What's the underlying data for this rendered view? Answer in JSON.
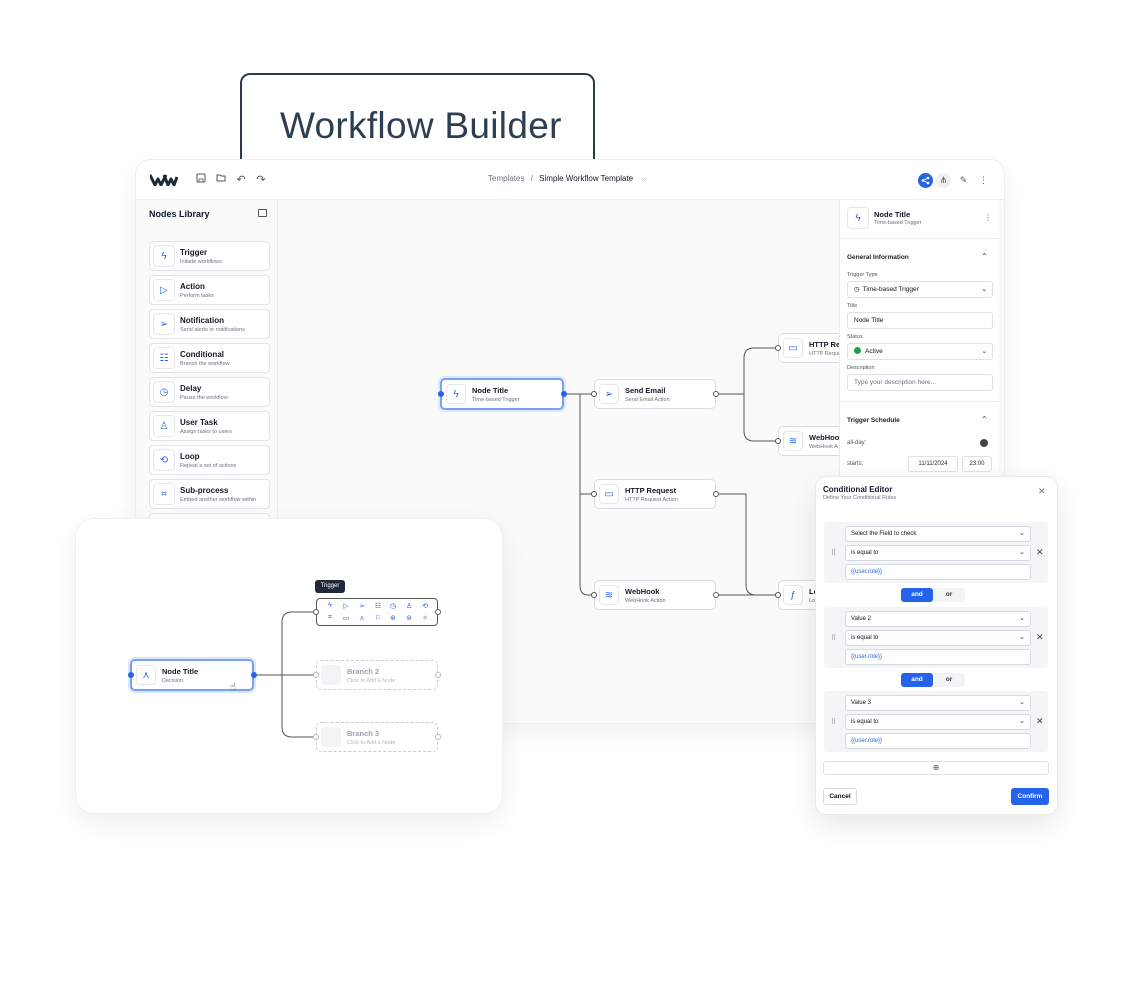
{
  "hero_title": "Workflow Builder",
  "toolbar": {
    "breadcrumb_root": "Templates",
    "breadcrumb_sep": "/",
    "breadcrumb_current": "Simple Workflow Template"
  },
  "library": {
    "title": "Nodes Library",
    "items": [
      {
        "label": "Trigger",
        "desc": "Initiate workflows",
        "icon": "bolt-icon",
        "glyph": "ϟ"
      },
      {
        "label": "Action",
        "desc": "Perform tasks",
        "icon": "play-circle-icon",
        "glyph": "▷"
      },
      {
        "label": "Notification",
        "desc": "Send alerts or notifications",
        "icon": "send-icon",
        "glyph": "➢"
      },
      {
        "label": "Conditional",
        "desc": "Branch the workflow",
        "icon": "list-check-icon",
        "glyph": "☷"
      },
      {
        "label": "Delay",
        "desc": "Pause the workflow",
        "icon": "timer-icon",
        "glyph": "◷"
      },
      {
        "label": "User Task",
        "desc": "Assign tasks to users",
        "icon": "user-list-icon",
        "glyph": "♙"
      },
      {
        "label": "Loop",
        "desc": "Repeat a set of actions",
        "icon": "loop-icon",
        "glyph": "⟲"
      },
      {
        "label": "Sub-process",
        "desc": "Embed another workflow within",
        "icon": "frame-icon",
        "glyph": "⌗"
      }
    ]
  },
  "canvas": {
    "nodes": {
      "trigger": {
        "title": "Node Title",
        "sub": "Time-based Trigger",
        "glyph": "ϟ"
      },
      "email": {
        "title": "Send Email",
        "sub": "Send Email Action",
        "glyph": "➢"
      },
      "http_mid": {
        "title": "HTTP Request",
        "sub": "HTTP Request Action",
        "glyph": "▭"
      },
      "webhook_mid": {
        "title": "WebHook",
        "sub": "WebHook Action",
        "glyph": "≋"
      },
      "http_right": {
        "title": "HTTP Req",
        "sub": "HTTP Reque",
        "glyph": "▭"
      },
      "webhook_right": {
        "title": "WebHoo",
        "sub": "WebHook A",
        "glyph": "≋"
      },
      "func_right": {
        "title": "Lo",
        "sub": "Lo",
        "glyph": "ƒ"
      }
    }
  },
  "panel": {
    "node_title": "Node Title",
    "node_sub": "Time-based Trigger",
    "section_general": "General Information",
    "trigger_type_label": "Trigger Type",
    "trigger_type_value": "Time-based Trigger",
    "title_label": "Title",
    "title_value": "Node Title",
    "status_label": "Status",
    "status_value": "Active",
    "description_label": "Description",
    "description_placeholder": "Type your description here...",
    "section_schedule": "Trigger Schedule",
    "all_day_label": "all-day:",
    "starts_label": "starts:",
    "start_date": "11/11/2024",
    "start_time": "23:00"
  },
  "decision": {
    "node_title": "Node Title",
    "node_sub": "Decision",
    "tooltip": "Trigger",
    "branch2_title": "Branch 2",
    "branch2_sub": "Click to Add a Node",
    "branch3_title": "Branch 3",
    "branch3_sub": "Click to Add a Node",
    "picker_glyphs": [
      "ϟ",
      "▷",
      "➢",
      "☷",
      "◷",
      "♙",
      "⟲",
      "⌗",
      "▭",
      "⋏",
      "⚐",
      "⊛",
      "⊜",
      "✧"
    ]
  },
  "conditional": {
    "title": "Conditional Editor",
    "subtitle": "Define Your Conditional Rules",
    "groups": [
      {
        "field": "Select the Field to check",
        "operator": "is equal to",
        "value": "{{user.role}}"
      },
      {
        "field": "Value 2",
        "operator": "is equal to",
        "value": "{{user.role}}"
      },
      {
        "field": "Value 3",
        "operator": "is equal to",
        "value": "{{user.role}}"
      }
    ],
    "and_label": "and",
    "or_label": "or",
    "add_glyph": "⊕",
    "cancel_label": "Cancel",
    "confirm_label": "Confirm"
  },
  "colors": {
    "accent": "#2563eb",
    "status_active": "#16a34a",
    "title_border": "#2b3a4a"
  }
}
